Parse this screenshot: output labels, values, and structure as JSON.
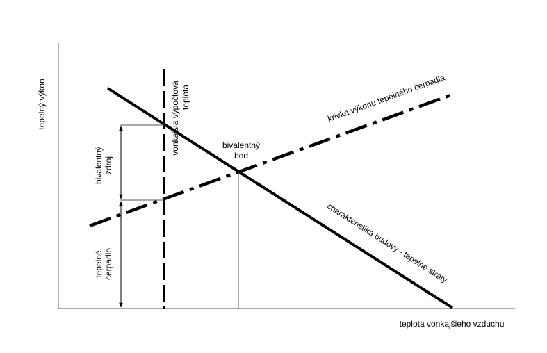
{
  "axes": {
    "y_label": "tepelný výkon",
    "x_label": "teplota vonkajšieho vzduchu"
  },
  "labels": {
    "design_temp": [
      "vonkajšia výpočtová",
      "teplota"
    ],
    "bivalent_point": [
      "bivalentný",
      "bod"
    ],
    "heat_pump_curve": "krivka výkonu tepelného čerpadla",
    "building_curve": "charakteristika budovy - tepelné straty",
    "bivalent_source": [
      "bivalentný",
      "zdroj"
    ],
    "heat_pump": [
      "tepelné",
      "čerpadlo"
    ]
  },
  "colors": {
    "line": "#000000",
    "thin_line": "#555555"
  }
}
